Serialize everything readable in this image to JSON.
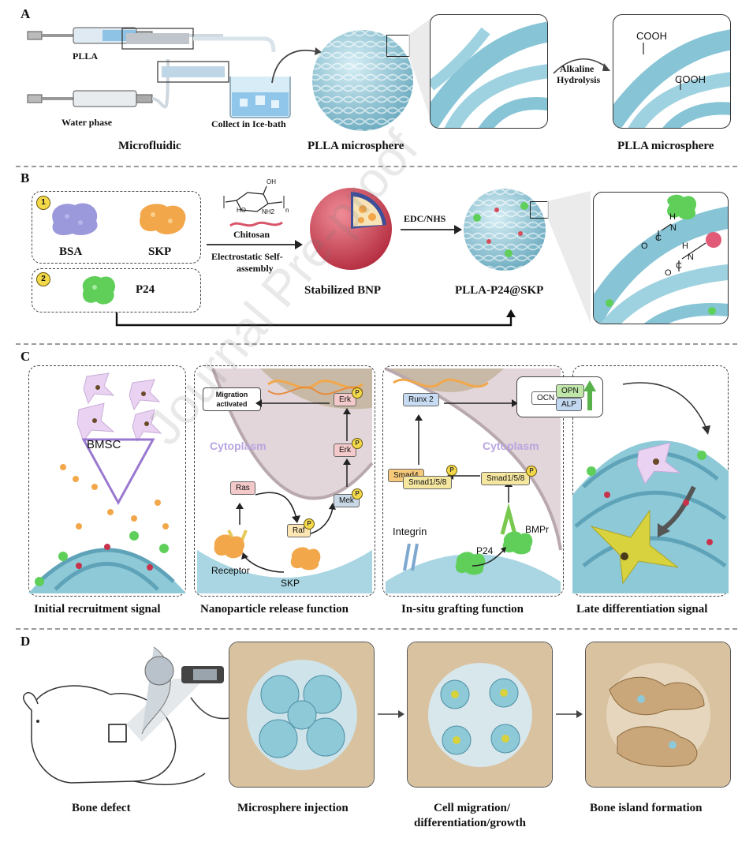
{
  "panel_a": {
    "letter": "A",
    "syringe_top_label": "PLLA",
    "syringe_bottom_label": "Water phase",
    "collect_label": "Collect in Ice-bath",
    "caption_microfluidic": "Microfluidic",
    "caption_microsphere": "PLLA microsphere",
    "arrow_label_line1": "Alkaline",
    "arrow_label_line2": "Hydrolysis",
    "cooh_1": "COOH",
    "cooh_2": "COOH",
    "caption_microsphere_2": "PLLA microsphere"
  },
  "panel_b": {
    "letter": "B",
    "step1": "1",
    "step2": "2",
    "bsa": "BSA",
    "skp": "SKP",
    "p24": "P24",
    "chitosan": "Chitosan",
    "assembly_line1": "Electrostatic Self-",
    "assembly_line2": "assembly",
    "stabilized": "Stabilized BNP",
    "edc": "EDC/NHS",
    "product": "PLLA-P24@SKP",
    "chem_h1": "H",
    "chem_n1": "N",
    "chem_c1": "C",
    "chem_o1": "O",
    "chem_h2": "H",
    "chem_n2": "N",
    "chem_c2": "C",
    "chem_o2": "O",
    "chitosan_oh1": "OH",
    "chitosan_oh2": "HO",
    "chitosan_nh2": "NH2",
    "chitosan_n": "n"
  },
  "panel_c": {
    "letter": "C",
    "bmsc": "BMSC",
    "caption_1": "Initial recruitment  signal",
    "migration": "Migration activated",
    "erk_top": "Erk",
    "erk_mid": "Erk",
    "mek": "Mek",
    "raf": "Raf",
    "ras": "Ras",
    "cytoplasm_1": "Cytoplasm",
    "receptor": "Receptor",
    "skp": "SKP",
    "caption_2": "Nanoparticle release function",
    "runx": "Runx 2",
    "cytoplasm_2": "Cytoplasm",
    "smad4": "Smad4",
    "smad158_a": "Smad1/5/8",
    "smad158_b": "Smad1/5/8",
    "integrin": "Integrin",
    "p24": "P24",
    "bmpr": "BMPr",
    "caption_3": "In-situ grafting function",
    "ocn": "OCN",
    "opn": "OPN",
    "alp": "ALP",
    "caption_4": "Late differentiation signal",
    "p_badge": "P"
  },
  "panel_d": {
    "letter": "D",
    "caption_1": "Bone defect",
    "caption_2": "Microsphere injection",
    "caption_3_line1": "Cell migration/",
    "caption_3_line2": "differentiation/growth",
    "caption_4": "Bone island formation"
  },
  "watermark": "Journal Pre-proof",
  "colors": {
    "mesh": "#8ec9d8",
    "mesh_dark": "#5fa3b8",
    "skp_orange": "#f2a74a",
    "p24_green": "#5fcf5a",
    "bsa_purple": "#8a86d6",
    "bnp_red": "#d84b5a",
    "cell_pink": "#e9d2f2",
    "bone_tan": "#d9c2a0",
    "pill_erk": "#f4c9c9",
    "pill_mek": "#c9d8e6",
    "pill_raf": "#fbe6b4",
    "pill_runx": "#c7dcf2",
    "pill_smad": "#f6e7a0",
    "pill_opn": "#bfe6a8",
    "pill_alp": "#c2d8f0"
  }
}
